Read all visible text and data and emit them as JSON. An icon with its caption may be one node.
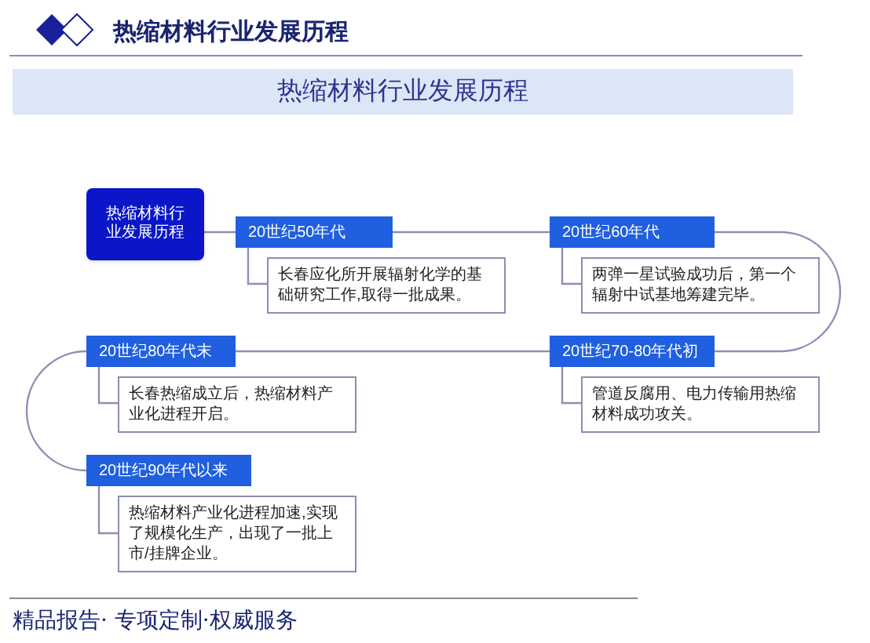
{
  "diagram": {
    "title": "热缩材料行业发展历程",
    "nodes": [
      {
        "text": [
          "热缩材料行业发展历程"
        ]
      },
      {
        "text": [
          "20世纪50年代"
        ]
      },
      {
        "text": [
          "长春应化所开展辐射化学的基础研究工作,取得一批成果。"
        ]
      },
      {
        "text": [
          "20世纪60年代"
        ]
      },
      {
        "text": [
          "两弹一星试验成功后，第一个辐射中试基地筹建完毕。"
        ]
      },
      {
        "text": [
          "20世纪70-80年代初"
        ]
      },
      {
        "text": [
          "管道反腐用、电力传输用热缩材料成功攻关。"
        ]
      },
      {
        "text": [
          "20世纪80年代末"
        ]
      },
      {
        "text": [
          "长春热缩成立后，热缩材料产业化进程开启。"
        ]
      },
      {
        "text": [
          "20世纪90年代以来"
        ]
      },
      {
        "text": [
          "热缩材料产业化进程加速,实现了规模化生产，出现了一批上市/挂牌企业。"
        ]
      }
    ],
    "edges": [
      {
        "from": 0,
        "to": 1,
        "arrow": "none"
      },
      {
        "from": 1,
        "to": 3,
        "arrow": "none"
      },
      {
        "from": 3,
        "to": 5,
        "arrow": "none"
      },
      {
        "from": 5,
        "to": 7,
        "arrow": "none"
      },
      {
        "from": 7,
        "to": 9,
        "arrow": "none"
      },
      {
        "from": 1,
        "to": 2,
        "arrow": "none"
      },
      {
        "from": 3,
        "to": 4,
        "arrow": "none"
      },
      {
        "from": 5,
        "to": 6,
        "arrow": "none"
      },
      {
        "from": 7,
        "to": 8,
        "arrow": "none"
      },
      {
        "from": 9,
        "to": 10,
        "arrow": "none"
      }
    ],
    "labels": [
      "热缩材料行业发展历程",
      "精品报告· 专项定制·权威服务"
    ]
  }
}
